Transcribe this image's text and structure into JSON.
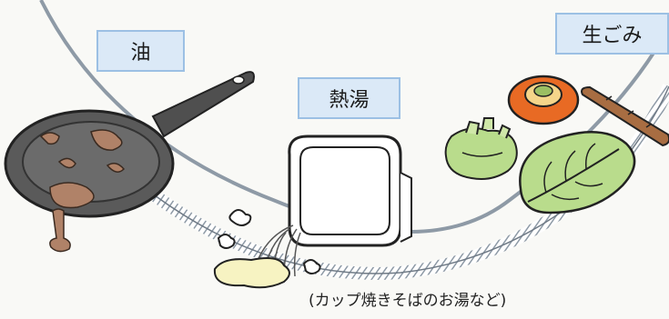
{
  "labels": {
    "oil": "油",
    "hot_water": "熱湯",
    "kitchen_garbage": "生ごみ"
  },
  "caption": "(カップ焼きそばのお湯など)",
  "colors": {
    "background": "#f9f9f6",
    "label_fill": "#dbe9f7",
    "label_border": "#9cc0e4",
    "drain_arc": "#8e9aa6",
    "pan": "#555555",
    "oil_stain": "#b08268",
    "vegetable_green": "#b9dc8c",
    "carrot_orange": "#e86a24"
  },
  "icons": [
    "frying-pan-icon",
    "noodle-cup-container-icon",
    "hot-water-splash-icon",
    "cabbage-leaf-icon",
    "broccoli-stem-icon",
    "carrot-end-icon",
    "burdock-root-icon"
  ]
}
